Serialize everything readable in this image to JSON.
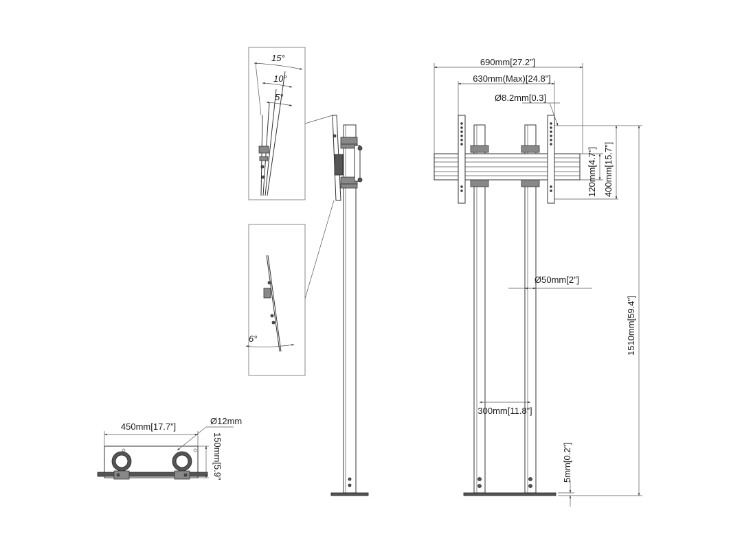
{
  "dimensions": {
    "overall_width": "690mm[27.2”]",
    "max_width": "630mm(Max)[24.8”]",
    "hole_diameter": "Ø8.2mm[0.3]",
    "height_120": "120mm[4.7”]",
    "height_400": "400mm[15.7”]",
    "pole_diameter": "Ø50mm[2”]",
    "total_height": "1510mm[59.4”]",
    "pole_spacing": "300mm[11.8”]",
    "base_thickness": "5mm[0.2”]",
    "base_width": "450mm[17.7”]",
    "base_hole": "Ø12mm",
    "base_depth": "150mm[5.9”"
  },
  "tilt_angles": {
    "a15": "15°",
    "a10": "10°",
    "a5": "5°",
    "a6": "6°"
  },
  "colors": {
    "line": "#333333",
    "dark_part": "#555555"
  }
}
